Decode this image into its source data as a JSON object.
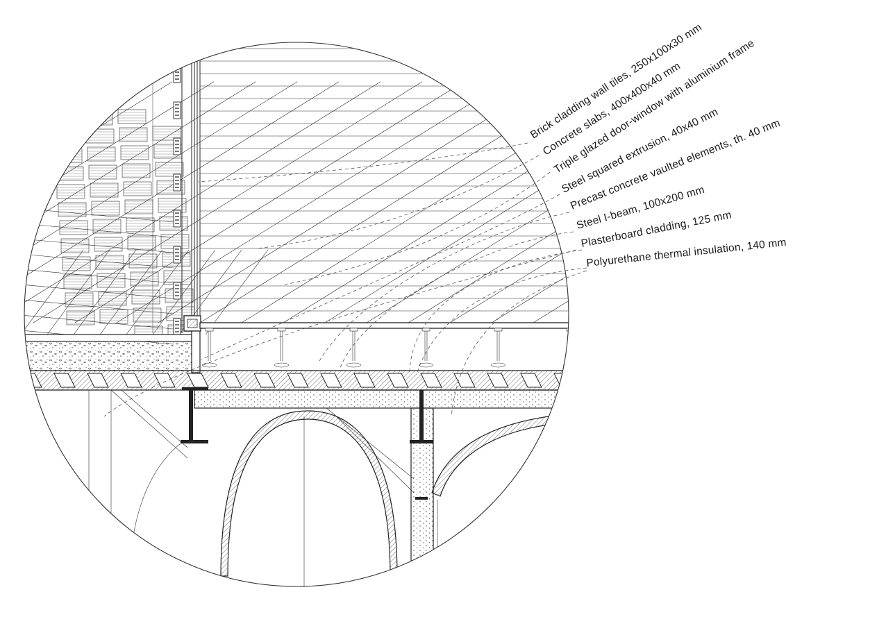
{
  "callouts": [
    {
      "id": "brick",
      "text": "Brick cladding wall tiles, 250x100x30 mm"
    },
    {
      "id": "slabs",
      "text": "Concrete slabs, 400x400x40 mm"
    },
    {
      "id": "window",
      "text": "Triple glazed door-window with aluminium frame"
    },
    {
      "id": "extrusion",
      "text": "Steel squared extrusion, 40x40 mm"
    },
    {
      "id": "vault",
      "text": "Precast concrete vaulted elements, th. 40 mm"
    },
    {
      "id": "ibeam",
      "text": "Steel I-beam, 100x200 mm"
    },
    {
      "id": "plaster",
      "text": "Plasterboard cladding, 125 mm"
    },
    {
      "id": "insulation",
      "text": "Polyurethane thermal insulation, 140 mm"
    }
  ]
}
